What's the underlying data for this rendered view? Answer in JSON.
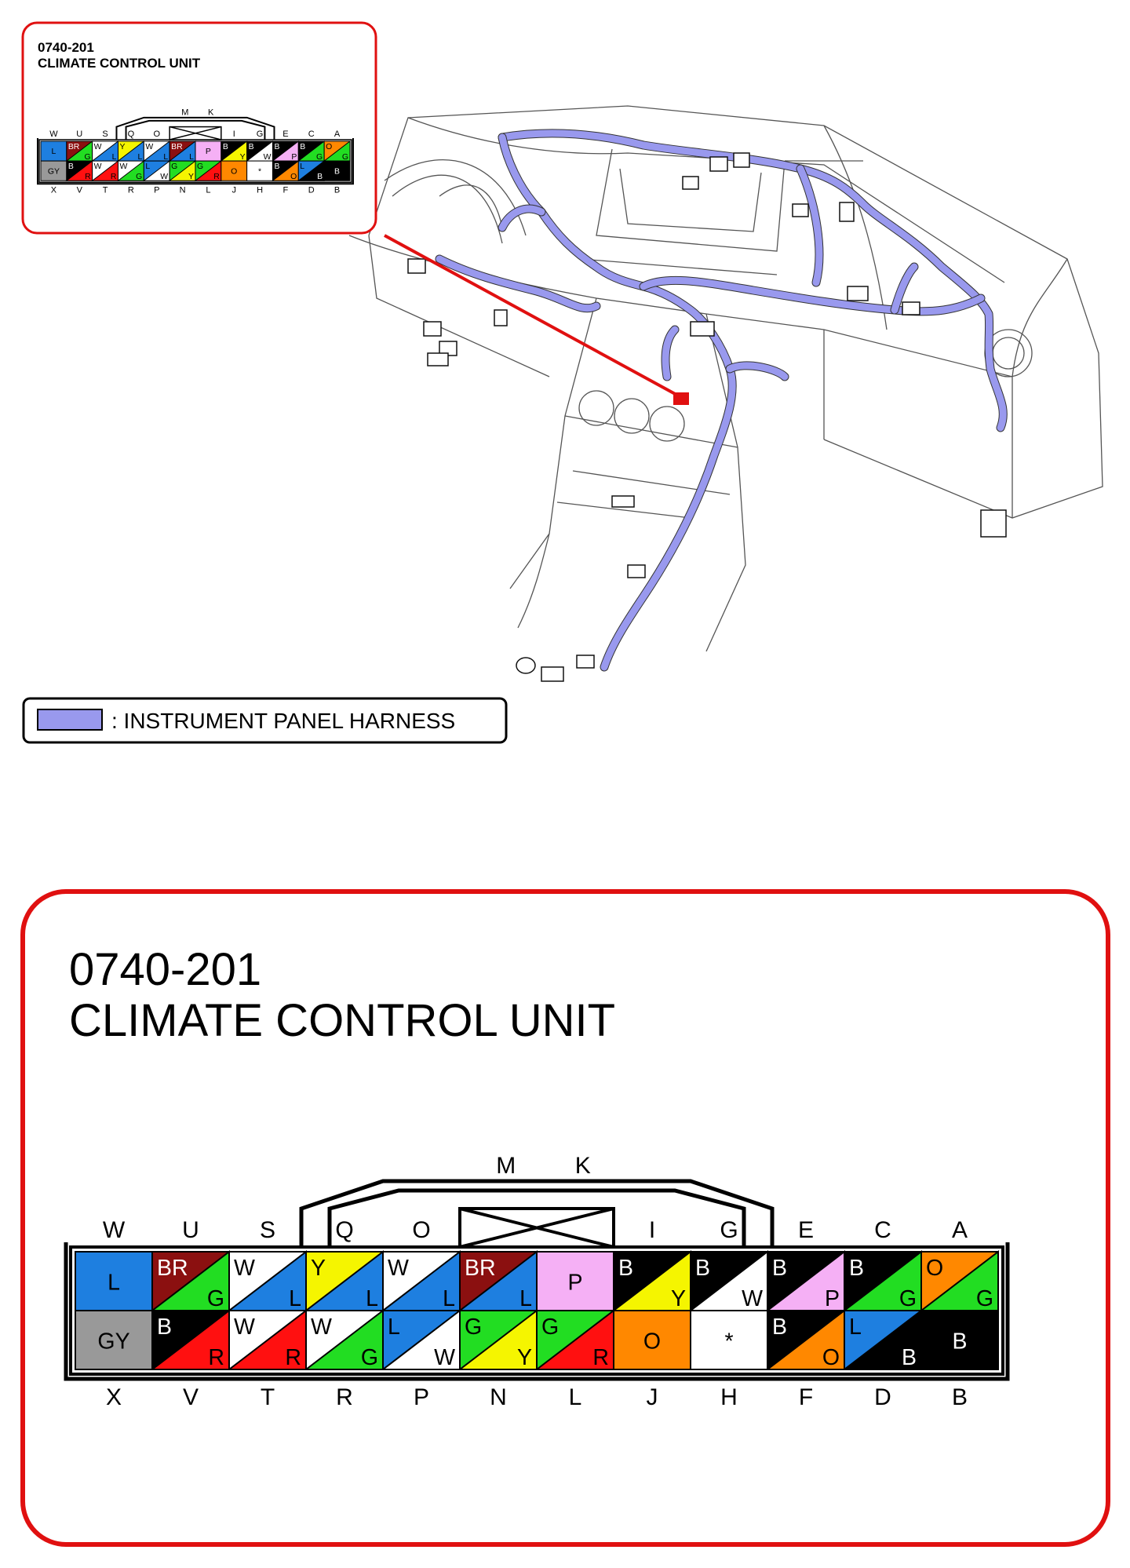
{
  "connector": {
    "code": "0740-201",
    "name": "CLIMATE CONTROL UNIT",
    "top_labels": [
      "W",
      "U",
      "S",
      "Q",
      "O",
      "",
      "I",
      "G",
      "E",
      "C",
      "A"
    ],
    "bottom_labels": [
      "X",
      "V",
      "T",
      "R",
      "P",
      "N",
      "L",
      "J",
      "H",
      "F",
      "D",
      "B"
    ],
    "hood_labels": [
      "M",
      "K"
    ],
    "top_row": [
      {
        "pin": "W",
        "main": "L",
        "stripe": ""
      },
      {
        "pin": "U",
        "main": "BR",
        "stripe": "G"
      },
      {
        "pin": "S",
        "main": "W",
        "stripe": "L"
      },
      {
        "pin": "Q",
        "main": "Y",
        "stripe": "L"
      },
      {
        "pin": "O",
        "main": "W",
        "stripe": "L"
      },
      {
        "pin": "M",
        "main": "BR",
        "stripe": "L"
      },
      {
        "pin": "K",
        "main": "P",
        "stripe": ""
      },
      {
        "pin": "I",
        "main": "B",
        "stripe": "Y"
      },
      {
        "pin": "G",
        "main": "B",
        "stripe": "W"
      },
      {
        "pin": "E",
        "main": "B",
        "stripe": "P"
      },
      {
        "pin": "C",
        "main": "B",
        "stripe": "G"
      },
      {
        "pin": "A",
        "main": "O",
        "stripe": "G"
      }
    ],
    "bottom_row": [
      {
        "pin": "X",
        "main": "GY",
        "stripe": ""
      },
      {
        "pin": "V",
        "main": "B",
        "stripe": "R"
      },
      {
        "pin": "T",
        "main": "W",
        "stripe": "R"
      },
      {
        "pin": "R",
        "main": "W",
        "stripe": "G"
      },
      {
        "pin": "P",
        "main": "L",
        "stripe": "W"
      },
      {
        "pin": "N",
        "main": "G",
        "stripe": "Y"
      },
      {
        "pin": "L",
        "main": "G",
        "stripe": "R"
      },
      {
        "pin": "J",
        "main": "O",
        "stripe": ""
      },
      {
        "pin": "H",
        "main": "*",
        "stripe": ""
      },
      {
        "pin": "F",
        "main": "B",
        "stripe": "O"
      },
      {
        "pin": "D",
        "main": "L",
        "stripe": "B"
      },
      {
        "pin": "B",
        "main": "B",
        "stripe": ""
      }
    ]
  },
  "legend": {
    "text": ": INSTRUMENT PANEL HARNESS",
    "swatch_color": "#9999ee"
  },
  "colors": {
    "L": "#1e7fe0",
    "BR": "#8b1010",
    "G": "#22dd22",
    "W": "#ffffff",
    "Y": "#f5f500",
    "P": "#f5b0f5",
    "B": "#000000",
    "O": "#ff8800",
    "GY": "#999999",
    "R": "#ff1010",
    "*": "#ffffff",
    "harness": "#9999ee",
    "callout_border": "#e01010"
  }
}
